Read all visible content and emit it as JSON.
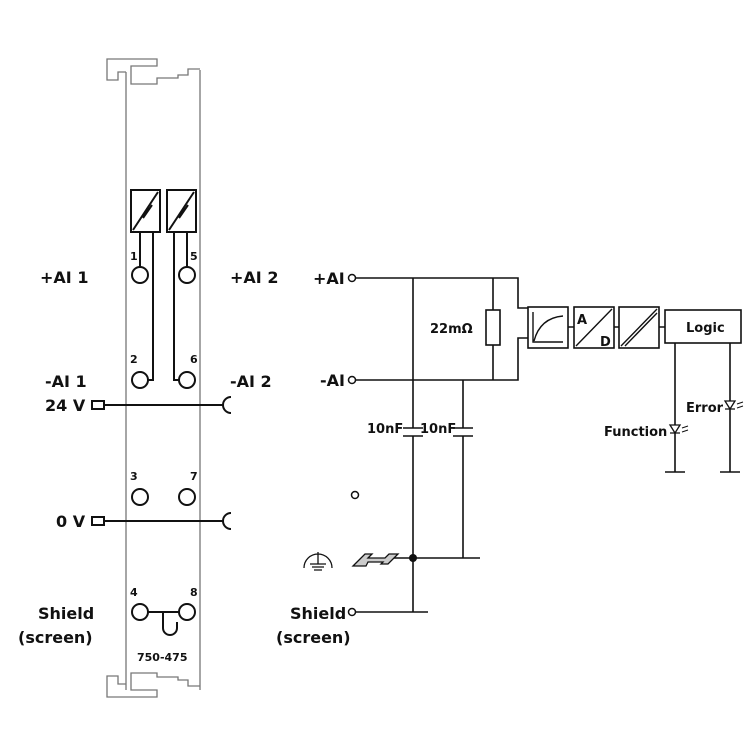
{
  "module": {
    "part_number": "750-475",
    "terminals": [
      "1",
      "2",
      "3",
      "4",
      "5",
      "6",
      "7",
      "8"
    ],
    "left_labels": {
      "ai1_plus": "+AI 1",
      "ai1_minus": "-AI 1",
      "v24": "24 V",
      "v0": "0 V",
      "shield": "Shield",
      "screen": "(screen)"
    },
    "right_labels": {
      "ai2_plus": "+AI 2",
      "ai2_minus": "-AI 2"
    }
  },
  "schematic": {
    "ai_plus": "+AI",
    "ai_minus": "-AI",
    "resistor": "22mΩ",
    "cap1": "10nF",
    "cap2": "10nF",
    "ad_a": "A",
    "ad_d": "D",
    "logic": "Logic",
    "led_function": "Function",
    "led_error": "Error",
    "shield": "Shield",
    "screen": "(screen)"
  }
}
